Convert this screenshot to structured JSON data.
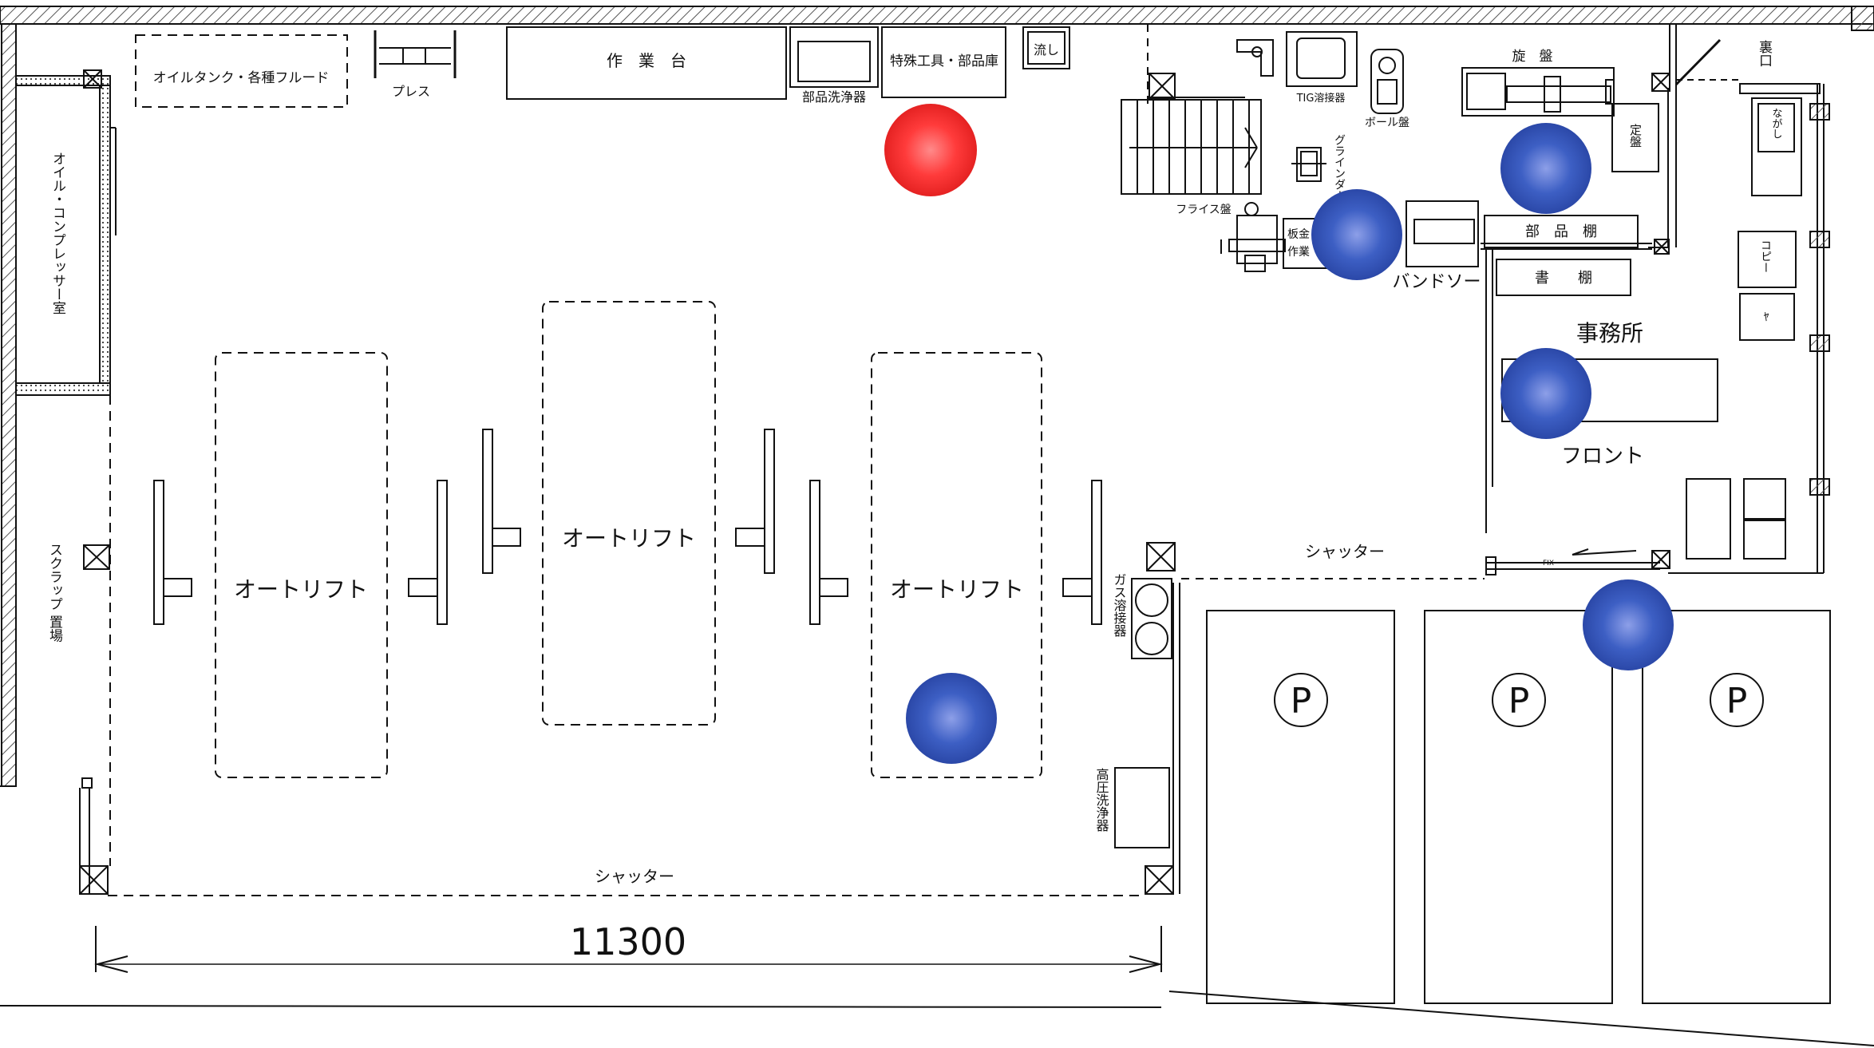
{
  "colors": {
    "line": "#111111",
    "marker_active": "#ff3b3b",
    "marker_normal": "#3355bb",
    "hatch": "#555555"
  },
  "labels": {
    "oil_tank": "オイルタンク・各種フルード",
    "press": "プレス",
    "workbench": "作　業　台",
    "parts_washer": "部品洗浄器",
    "special_tools": "特殊工具・部品庫",
    "sink": "流し",
    "tig_welder": "TIG溶接器",
    "drill_press": "ボール盤",
    "lathe": "旋　盤",
    "back_door": "裏口",
    "surface_plate": "定盤",
    "nagashi": "ながし",
    "grinder": "グラインダー",
    "milling": "フライス盤",
    "sheet_metal_1": "板金",
    "sheet_metal_2": "作業",
    "bandsaw": "バンドソー",
    "parts_shelf": "部　品　棚",
    "book_shelf": "書　　棚",
    "copy": "コピー",
    "fax": "ﾔ",
    "office": "事務所",
    "front": "フロント",
    "shutter_right": "シャッター",
    "shutter_bottom": "シャッター",
    "fix": "FIX",
    "oil_compressor_room": "オイル・コンプレッサー室",
    "scrap_area": "スクラップ 置場",
    "gas_welder": "ガス溶接器",
    "hp_washer": "高圧洗浄器",
    "dimension": "11300",
    "parking": "P"
  },
  "lifts": [
    {
      "label": "オートリフト"
    },
    {
      "label": "オートリフト"
    },
    {
      "label": "オートリフト"
    }
  ],
  "markers": [
    {
      "id": "special-tools-area",
      "state": "active"
    },
    {
      "id": "grinder-area",
      "state": "normal"
    },
    {
      "id": "lathe-area",
      "state": "normal"
    },
    {
      "id": "office-front",
      "state": "normal"
    },
    {
      "id": "parking-entrance",
      "state": "normal"
    },
    {
      "id": "lift-3",
      "state": "normal"
    }
  ]
}
